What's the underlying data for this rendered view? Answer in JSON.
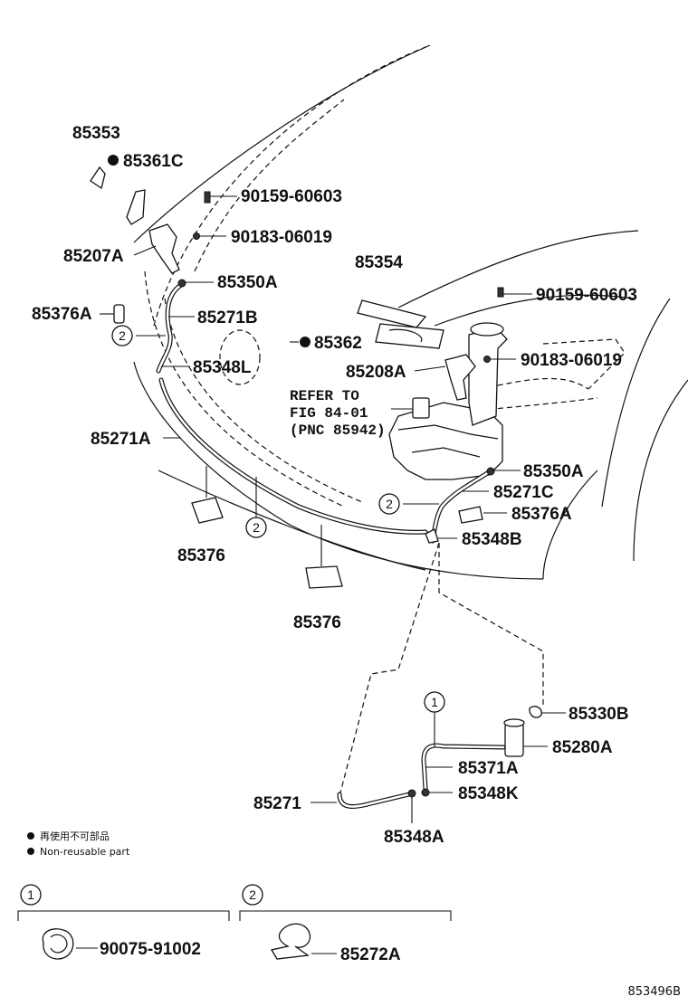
{
  "parts": {
    "p85353": "85353",
    "p85361C": "85361C",
    "p90159_a": "90159-60603",
    "p90183_a": "90183-06019",
    "p85207A": "85207A",
    "p85350A_a": "85350A",
    "p85376A_a": "85376A",
    "p85271B": "85271B",
    "p85348L": "85348L",
    "p85271A": "85271A",
    "p85376_a": "85376",
    "p85376_b": "85376",
    "p85354": "85354",
    "p85362": "85362",
    "p90159_b": "90159-60603",
    "p90183_b": "90183-06019",
    "p85208A": "85208A",
    "p85350A_b": "85350A",
    "p85271C": "85271C",
    "p85376A_b": "85376A",
    "p85348B": "85348B",
    "p85330B": "85330B",
    "p85280A": "85280A",
    "p85371A": "85371A",
    "p85348K": "85348K",
    "p85271": "85271",
    "p85348A": "85348A",
    "p90075": "90075-91002",
    "p85272A": "85272A"
  },
  "refer": {
    "line1": "REFER TO",
    "line2": "FIG 84-01",
    "line3": "(PNC 85942)"
  },
  "callouts": {
    "one": "1",
    "two": "2"
  },
  "legend": {
    "jp": "再使用不可部品",
    "en": "Non-reusable part"
  },
  "figure_id": "853496B"
}
